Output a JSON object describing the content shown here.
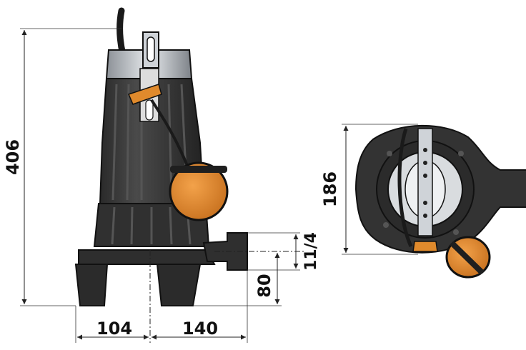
{
  "diagram": {
    "dimensions": {
      "overall_height": "406",
      "body_width": "186",
      "outlet_size": "11/4",
      "outlet_height": "80",
      "left_width": "104",
      "right_width": "140"
    },
    "colors": {
      "body": "#3a3a3a",
      "body_dark": "#262626",
      "body_light": "#555555",
      "metal": "#c9cdd2",
      "float": "#e8902f",
      "float_dark": "#b9661a",
      "line": "#222222"
    }
  }
}
